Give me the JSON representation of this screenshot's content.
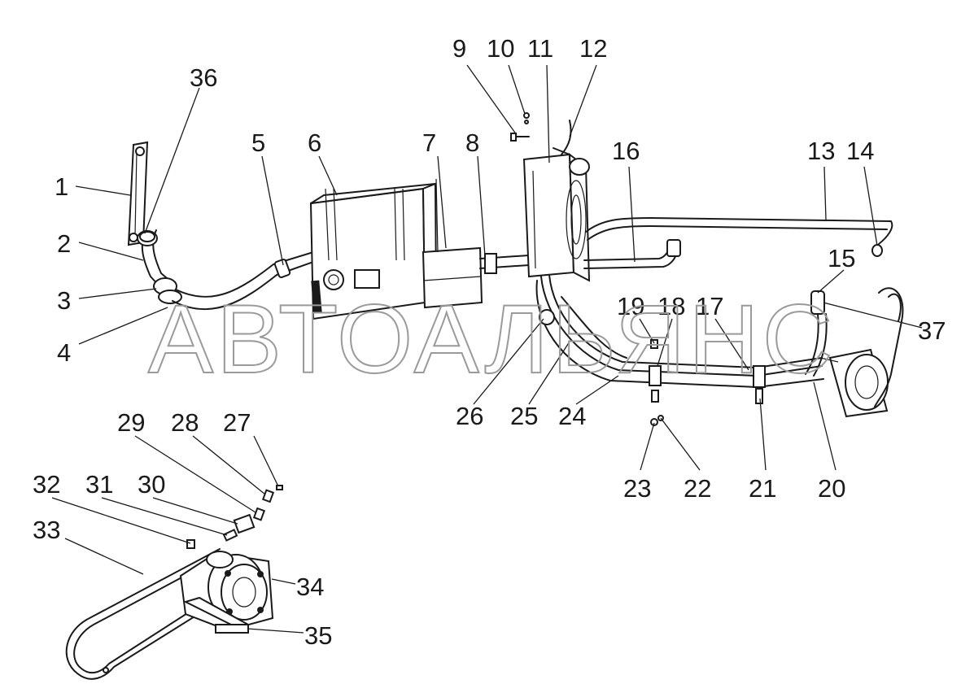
{
  "watermark": "АВТОАЛЬЯНС",
  "callouts": [
    "1",
    "2",
    "3",
    "4",
    "5",
    "6",
    "7",
    "8",
    "9",
    "10",
    "11",
    "12",
    "13",
    "14",
    "15",
    "16",
    "17",
    "18",
    "19",
    "20",
    "21",
    "22",
    "23",
    "24",
    "25",
    "26",
    "27",
    "28",
    "29",
    "30",
    "31",
    "32",
    "33",
    "34",
    "35",
    "36",
    "37"
  ]
}
